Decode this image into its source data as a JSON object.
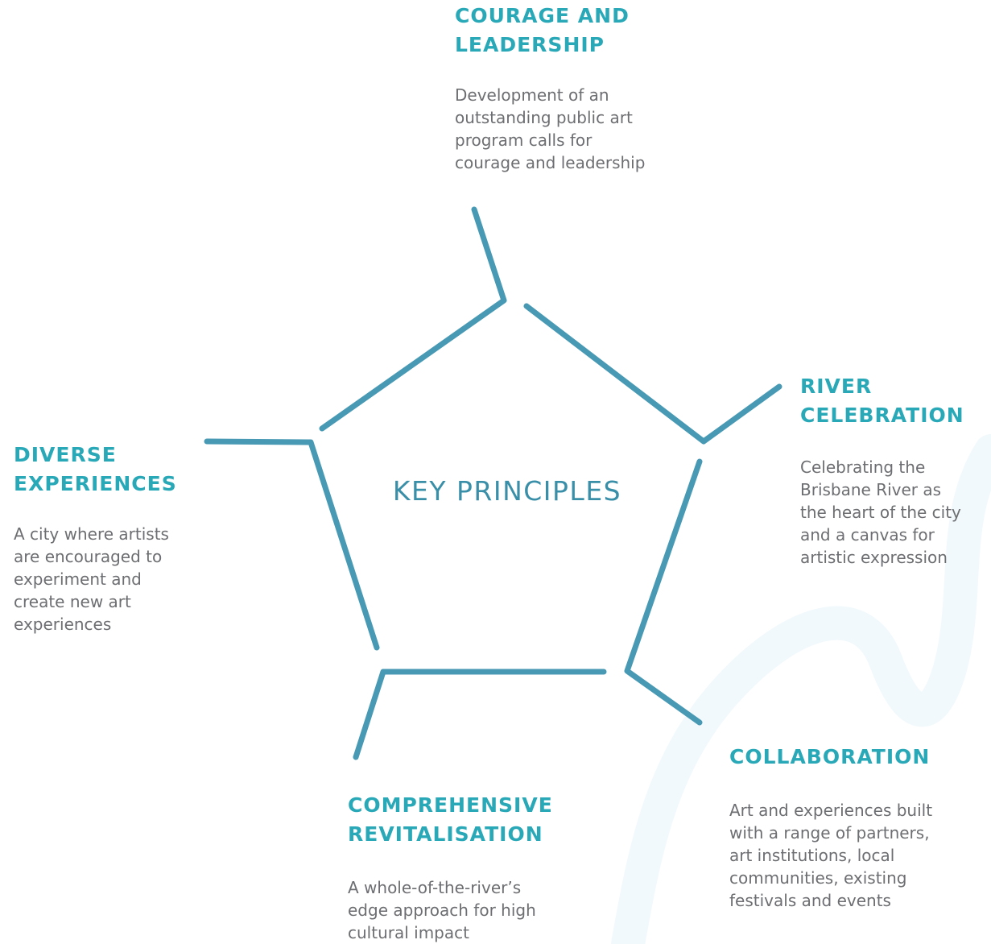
{
  "center": {
    "title": "KEY PRINCIPLES"
  },
  "colors": {
    "line": "#4899b4",
    "heading": "#29a8b8",
    "body": "#6d6e71",
    "watermark": "#f1f9fc"
  },
  "principles": [
    {
      "id": "courage",
      "title": "COURAGE AND\nLEADERSHIP",
      "description": "Development of an\noutstanding public art\nprogram calls for\ncourage and leadership"
    },
    {
      "id": "river",
      "title": "RIVER\nCELEBRATION",
      "description": "Celebrating the\nBrisbane River as\nthe heart of the city\nand a canvas for\nartistic expression"
    },
    {
      "id": "collaboration",
      "title": "COLLABORATION",
      "description": "Art and experiences built\nwith a range of partners,\nart institutions, local\ncommunities, existing\nfestivals and events"
    },
    {
      "id": "comprehensive",
      "title": "COMPREHENSIVE\nREVITALISATION",
      "description": "A whole-of-the-river’s\nedge approach for high\ncultural impact"
    },
    {
      "id": "diverse",
      "title": "DIVERSE\nEXPERIENCES",
      "description": "A city where artists\nare encouraged to\nexperiment and\ncreate new art\nexperiences"
    }
  ]
}
